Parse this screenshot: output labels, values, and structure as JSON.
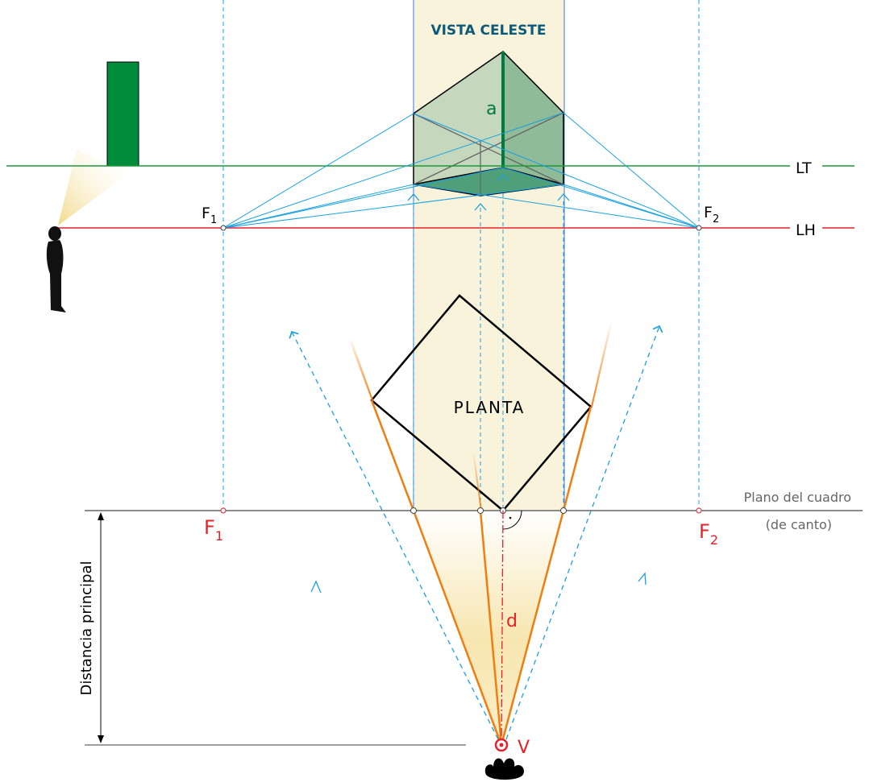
{
  "title": "VISTA CELESTE",
  "labels": {
    "lt": "LT",
    "lh": "LH",
    "f1_top": "F",
    "f1_top_sub": "1",
    "f2_top": "F",
    "f2_top_sub": "2",
    "f1_bottom": "F",
    "f1_bottom_sub": "1",
    "f2_bottom": "F",
    "f2_bottom_sub": "2",
    "height": "a",
    "plan": "PLANTA",
    "picture_plane": "Plano del cuadro",
    "picture_plane_note": "(de canto)",
    "distance_symbol": "d",
    "viewpoint": "V",
    "principal_distance": "Distancia principal"
  },
  "colors": {
    "band": "#faf3dc",
    "ground_line": "#1a9a3a",
    "horizon": "#e8202a",
    "projection": "#1aa0e0",
    "orange": "#f07d10",
    "title": "#0a5a7a",
    "prism_light": "#c5d8bd",
    "prism_dark": "#8fbb98",
    "prism_base": "#4f9f78",
    "green_block": "#008c3a"
  }
}
